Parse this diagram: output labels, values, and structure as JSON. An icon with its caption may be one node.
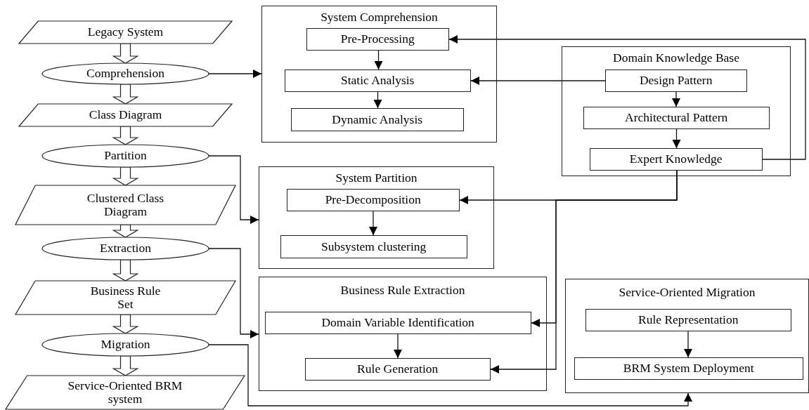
{
  "diagram": {
    "nodes": [
      {
        "text": [
          "Legacy System"
        ]
      },
      {
        "text": [
          "Comprehension"
        ]
      },
      {
        "text": [
          "Class Diagram"
        ]
      },
      {
        "text": [
          "Partition"
        ]
      },
      {
        "text": [
          "Clustered Class Diagram"
        ]
      },
      {
        "text": [
          "Extraction"
        ]
      },
      {
        "text": [
          "Business Rule Set"
        ]
      },
      {
        "text": [
          "Migration"
        ]
      },
      {
        "text": [
          "Service-Oriented BRM system"
        ]
      },
      {
        "text": [
          "System Comprehension"
        ]
      },
      {
        "text": [
          "Pre-Processing"
        ],
        "in": 9
      },
      {
        "text": [
          "Static Analysis"
        ],
        "in": 9
      },
      {
        "text": [
          "Dynamic Analysis"
        ],
        "in": 9
      },
      {
        "text": [
          "Domain Knowledge Base"
        ]
      },
      {
        "text": [
          "Design Pattern"
        ],
        "in": 13
      },
      {
        "text": [
          "Architectural Pattern"
        ],
        "in": 13
      },
      {
        "text": [
          "Expert Knowledge"
        ],
        "in": 13
      },
      {
        "text": [
          "System Partition"
        ]
      },
      {
        "text": [
          "Pre-Decomposition"
        ],
        "in": 17
      },
      {
        "text": [
          "Subsystem clustering"
        ],
        "in": 17
      },
      {
        "text": [
          "Business Rule Extraction"
        ]
      },
      {
        "text": [
          "Domain Variable Identification"
        ],
        "in": 20
      },
      {
        "text": [
          "Rule Generation"
        ],
        "in": 20
      },
      {
        "text": [
          "Service-Oriented Migration"
        ]
      },
      {
        "text": [
          "Rule Representation"
        ],
        "in": 23
      },
      {
        "text": [
          "BRM System Deployment"
        ],
        "in": 23
      }
    ],
    "edges": [
      {
        "from": 0,
        "to": 1,
        "arrow": "to",
        "style": "thick"
      },
      {
        "from": 1,
        "to": 2,
        "arrow": "to",
        "style": "thick"
      },
      {
        "from": 2,
        "to": 3,
        "arrow": "to",
        "style": "thick"
      },
      {
        "from": 3,
        "to": 4,
        "arrow": "to",
        "style": "thick"
      },
      {
        "from": 4,
        "to": 5,
        "arrow": "to",
        "style": "thick"
      },
      {
        "from": 5,
        "to": 6,
        "arrow": "to",
        "style": "thick"
      },
      {
        "from": 6,
        "to": 7,
        "arrow": "to",
        "style": "thick"
      },
      {
        "from": 7,
        "to": 8,
        "arrow": "to",
        "style": "thick"
      },
      {
        "from": 1,
        "to": 9,
        "arrow": "to"
      },
      {
        "from": 3,
        "to": 17,
        "arrow": "to"
      },
      {
        "from": 5,
        "to": 20,
        "arrow": "to"
      },
      {
        "from": 7,
        "to": 23,
        "arrow": "to"
      },
      {
        "from": 10,
        "to": 11,
        "arrow": "to"
      },
      {
        "from": 11,
        "to": 12,
        "arrow": "to"
      },
      {
        "from": 14,
        "to": 15,
        "arrow": "to"
      },
      {
        "from": 15,
        "to": 16,
        "arrow": "to"
      },
      {
        "from": 16,
        "to": 10,
        "arrow": "to"
      },
      {
        "from": 14,
        "to": 11,
        "arrow": "to"
      },
      {
        "from": 16,
        "to": 18,
        "arrow": "to"
      },
      {
        "from": 16,
        "to": 21,
        "arrow": "to"
      },
      {
        "from": 16,
        "to": 22,
        "arrow": "to"
      },
      {
        "from": 18,
        "to": 19,
        "arrow": "to"
      },
      {
        "from": 21,
        "to": 22,
        "arrow": "to"
      },
      {
        "from": 24,
        "to": 25,
        "arrow": "to"
      }
    ]
  }
}
